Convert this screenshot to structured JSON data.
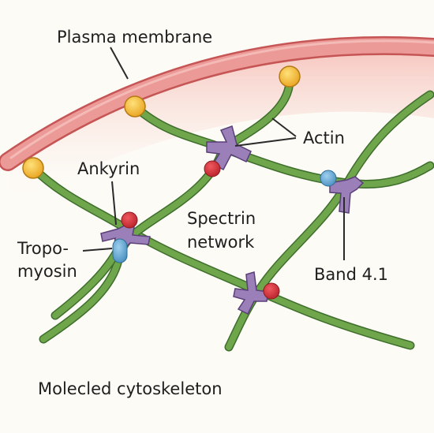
{
  "labels": {
    "plasma_membrane": "Plasma membrane",
    "actin": "Actin",
    "ankyrin": "Ankyrin",
    "spectrin_line1": "Spectrin",
    "spectrin_line2": "network",
    "tropomyosin_line1": "Tropo-",
    "tropomyosin_line2": "myosin",
    "band41": "Band 4.1",
    "caption": "Molecled cytoskeleton"
  },
  "colors": {
    "background": "#fdfbf6",
    "membrane": "#e98e8e",
    "membrane_glow": "#f6c9c2",
    "spectrin": "#6fa64c",
    "actin_complex": "#9b7fb8",
    "anchor_yellow": "#f2b632",
    "node_red": "#d8333a",
    "node_blue": "#6aaed6"
  }
}
